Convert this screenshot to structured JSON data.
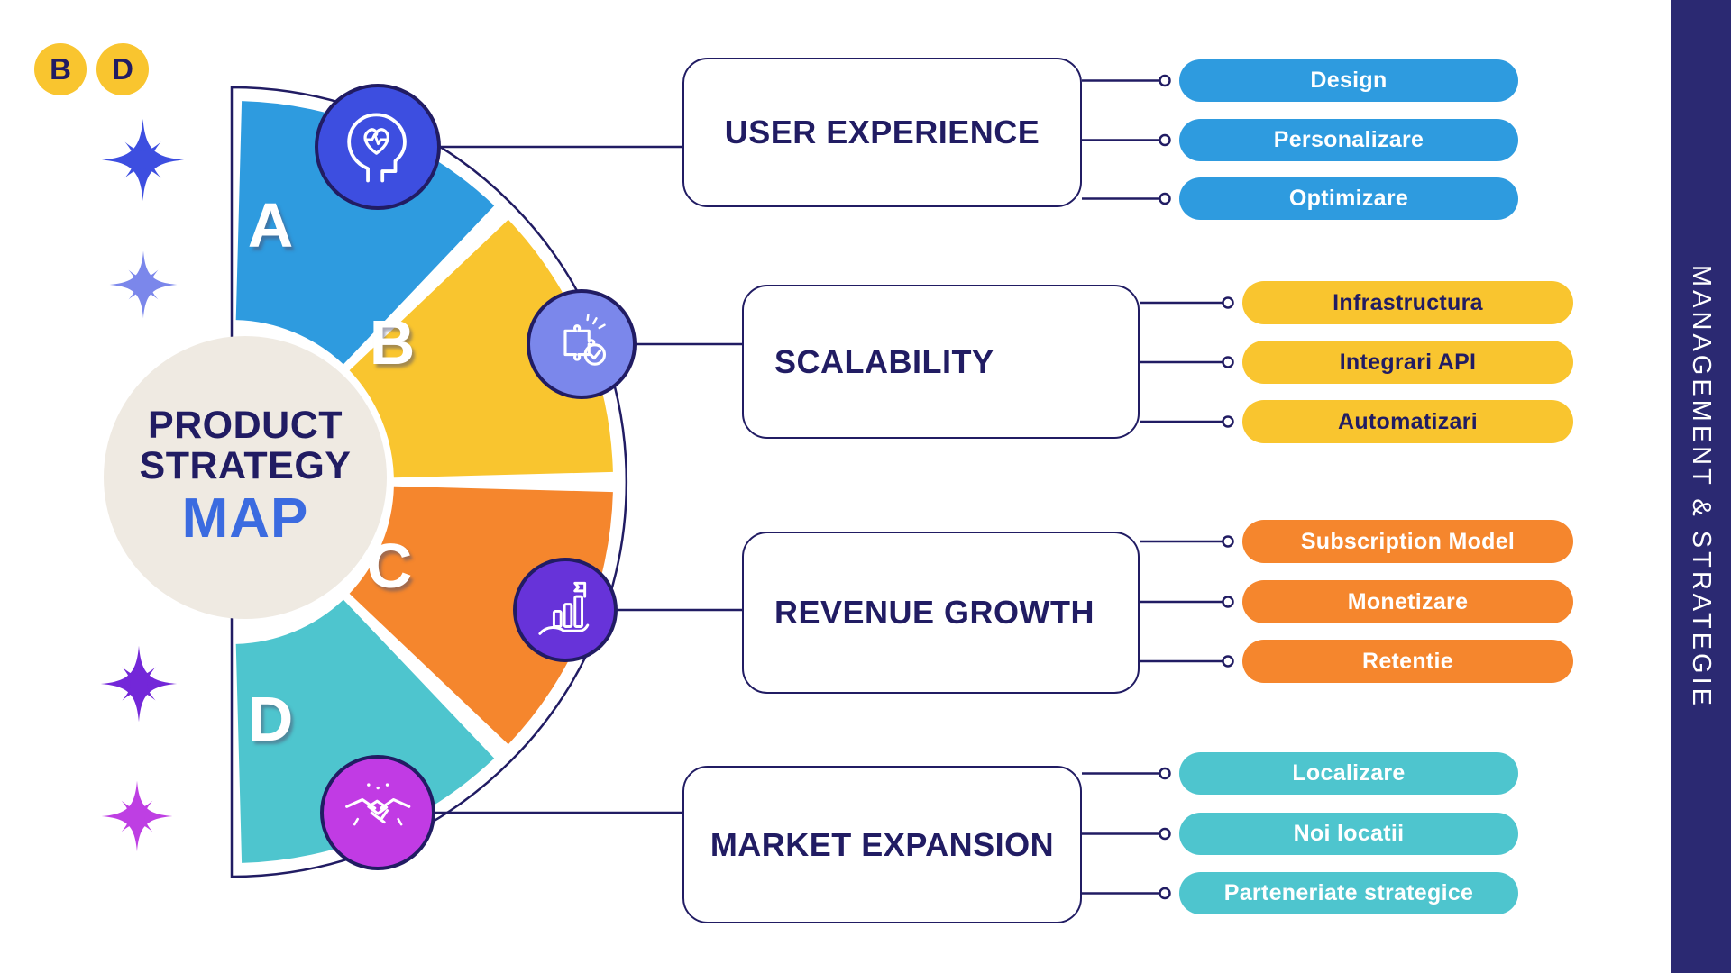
{
  "brand": {
    "letters": [
      "B",
      "D"
    ]
  },
  "sidebar": {
    "label": "MANAGEMENT & STRATEGIE"
  },
  "center": {
    "line1": "PRODUCT",
    "line2": "STRATEGY",
    "line3": "MAP"
  },
  "sections": [
    {
      "letter": "A",
      "title": "USER EXPERIENCE",
      "color": "#2E9BDF",
      "icon": "mind-heart-icon",
      "icon_color": "#3D4EE0",
      "items": [
        "Design",
        "Personalizare",
        "Optimizare"
      ]
    },
    {
      "letter": "B",
      "title": "SCALABILITY",
      "color": "#F9C52F",
      "icon": "puzzle-gear-icon",
      "icon_color": "#7B87EB",
      "items": [
        "Infrastructura",
        "Integrari API",
        "Automatizari"
      ]
    },
    {
      "letter": "C",
      "title": "REVENUE GROWTH",
      "color": "#F5862D",
      "icon": "growth-chart-hand-icon",
      "icon_color": "#6733D9",
      "items": [
        "Subscription Model",
        "Monetizare",
        "Retentie"
      ]
    },
    {
      "letter": "D",
      "title": "MARKET EXPANSION",
      "color": "#4EC5CE",
      "icon": "handshake-icon",
      "icon_color": "#C13BE4",
      "items": [
        "Localizare",
        "Noi locatii",
        "Parteneriate strategice"
      ]
    }
  ],
  "colors": {
    "navy": "#211C63",
    "accent_blue": "#3B6BE0",
    "center_bg": "#EFEAE2",
    "sidebar_bg": "#2B2972",
    "sparkles": [
      "#3D4EE0",
      "#7B87EB",
      "#7327D8",
      "#BE3FE3"
    ]
  }
}
